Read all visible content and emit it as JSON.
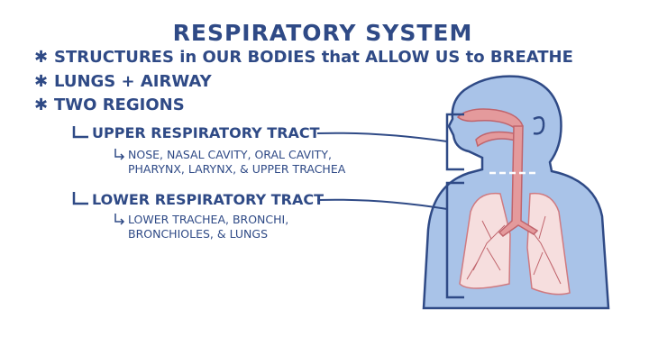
{
  "title": "RESPIRATORY SYSTEM",
  "bullets": [
    {
      "icon": "asterisk-icon",
      "text": "STRUCTURES in OUR BODIES that ALLOW US to BREATHE"
    },
    {
      "icon": "asterisk-icon",
      "text": "LUNGS + AIRWAY"
    },
    {
      "icon": "asterisk-icon",
      "text": "TWO REGIONS"
    }
  ],
  "regions": [
    {
      "name": "UPPER RESPIRATORY TRACT",
      "details": [
        "NOSE, NASAL CAVITY, ORAL CAVITY,",
        "PHARYNX, LARYNX, & UPPER TRACHEA"
      ]
    },
    {
      "name": "LOWER RESPIRATORY TRACT",
      "details": [
        "LOWER TRACHEA, BRONCHI,",
        "BRONCHIOLES, & LUNGS"
      ]
    }
  ],
  "colors": {
    "text": "#2f4a86",
    "body": "#a9c3e8",
    "airway": "#e49a9c",
    "lung": "#f6dede"
  }
}
